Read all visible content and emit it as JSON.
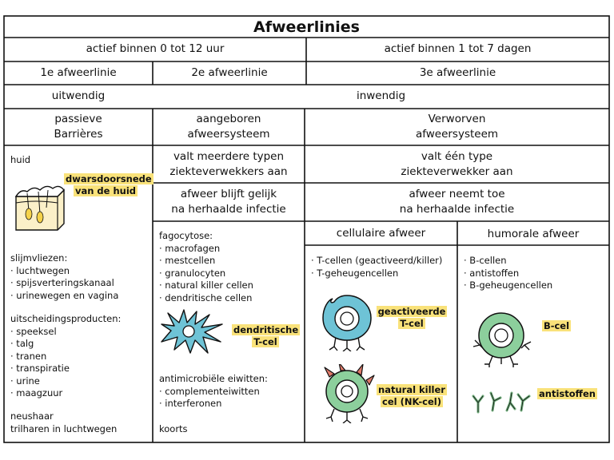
{
  "title": "Afweerlinies",
  "time": {
    "left": "actief binnen 0 tot 12 uur",
    "right": "actief binnen 1 tot 7 dagen"
  },
  "lines": {
    "first": "1e afweerlinie",
    "second": "2e afweerlinie",
    "third": "3e afweerlinie"
  },
  "location": {
    "outer": "uitwendig",
    "inner": "inwendig"
  },
  "systems": {
    "passive": "passieve\nBarrières",
    "innate": "aangeboren\nafweersysteem",
    "acquired": "Verworven\nafweersysteem"
  },
  "specificity": {
    "innate": "valt meerdere typen\nziekteverwekkers aan",
    "acquired": "valt één type\nziekteverwekker aan"
  },
  "memory": {
    "innate": "afweer blijft gelijk\nna herhaalde infectie",
    "acquired": "afweer neemt toe\nna herhaalde infectie"
  },
  "subtypes": {
    "cellular": "cellulaire afweer",
    "humoral": "humorale afweer"
  },
  "column1": {
    "skin_label": "huid",
    "skin_caption_1": "dwarsdoorsnede",
    "skin_caption_2": "van de huid",
    "mucosa": "slijmvliezen:\n· luchtwegen\n· spijsverteringskanaal\n· urinewegen en vagina",
    "secretions": "uitscheidingsproducten:\n· speeksel\n· talg\n· tranen\n· transpiratie\n· urine\n· maagzuur",
    "hairs": "neushaar\ntrilharen in luchtwegen"
  },
  "column2": {
    "phagocytosis": "fagocytose:\n· macrofagen\n· mestcellen\n· granulocyten\n· natural killer cellen\n· dendritische cellen",
    "dendritic_1": "dendritische",
    "dendritic_2": "T-cel",
    "antimicrobial": "antimicrobiële eiwitten:\n· complementeiwitten\n· interferonen",
    "fever": "koorts"
  },
  "column3": {
    "cells": "· T-cellen (geactiveerd/killer)\n· T-geheugencellen",
    "activated_1": "geactiveerde",
    "activated_2": "T-cel",
    "nk_1": "natural killer",
    "nk_2": "cel (NK-cel)"
  },
  "column4": {
    "items": "· B-cellen\n· antistoffen\n· B-geheugencellen",
    "bcell": "B-cel",
    "antibodies": "antistoffen"
  },
  "colors": {
    "highlight": "#f9e27a",
    "tcell": "#6ec3d6",
    "nkcell": "#8ccf9c",
    "nkspikes": "#e07a6a",
    "bcell": "#8ccf9c",
    "dendritic": "#6ec3d6",
    "skin": "#fbf0c8",
    "hair": "#f5d24a"
  }
}
